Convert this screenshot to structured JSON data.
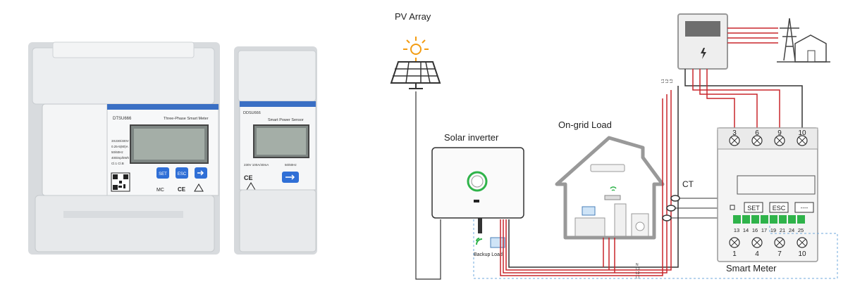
{
  "products": {
    "three_phase": {
      "model": "DTSU666",
      "title": "Three-Phase Smart Meter",
      "spec1": "3X230/400V",
      "spec2": "0.25-5(80)A",
      "spec3": "50/60Hz",
      "spec4": "400imp/kWh",
      "spec5": "Cl.1 Cl.B",
      "set_label": "SET",
      "esc_label": "ESC",
      "mark_ce": "CE",
      "mark_mc": "MC"
    },
    "single_phase": {
      "model": "DDSU666",
      "title": "Smart Power Sensor",
      "spec": "230V 100A/40mA",
      "freq": "50/60Hz",
      "mark_ce": "CE"
    }
  },
  "diagram": {
    "pv_label": "PV Array",
    "inverter_label": "Solar inverter",
    "load_label": "On-grid Load",
    "backup_label": "Backup Load",
    "ct_label": "CT",
    "meter_label": "Smart Meter",
    "meter_set": "SET",
    "meter_esc": "ESC",
    "meter_dash": "----",
    "top_terminals": [
      "3",
      "6",
      "9",
      "10"
    ],
    "bottom_terminals": [
      "1",
      "4",
      "7",
      "10"
    ],
    "comm_terminals": [
      "13",
      "14",
      "16",
      "17",
      "19",
      "21",
      "24",
      "25"
    ],
    "line_tags_top": [
      "L1",
      "L2",
      "L3",
      "N"
    ],
    "line_tags_bottom": [
      "N",
      "L3",
      "L2",
      "L1"
    ]
  },
  "colors": {
    "wire_red": "#c8262c",
    "wire_dark": "#333333",
    "comm_green": "#2fb34a",
    "dashed_blue": "#6fa8dc",
    "device_gray": "#e6e6e6",
    "screen_dark": "#5a5a5a",
    "button_blue": "#2f6fd6"
  }
}
